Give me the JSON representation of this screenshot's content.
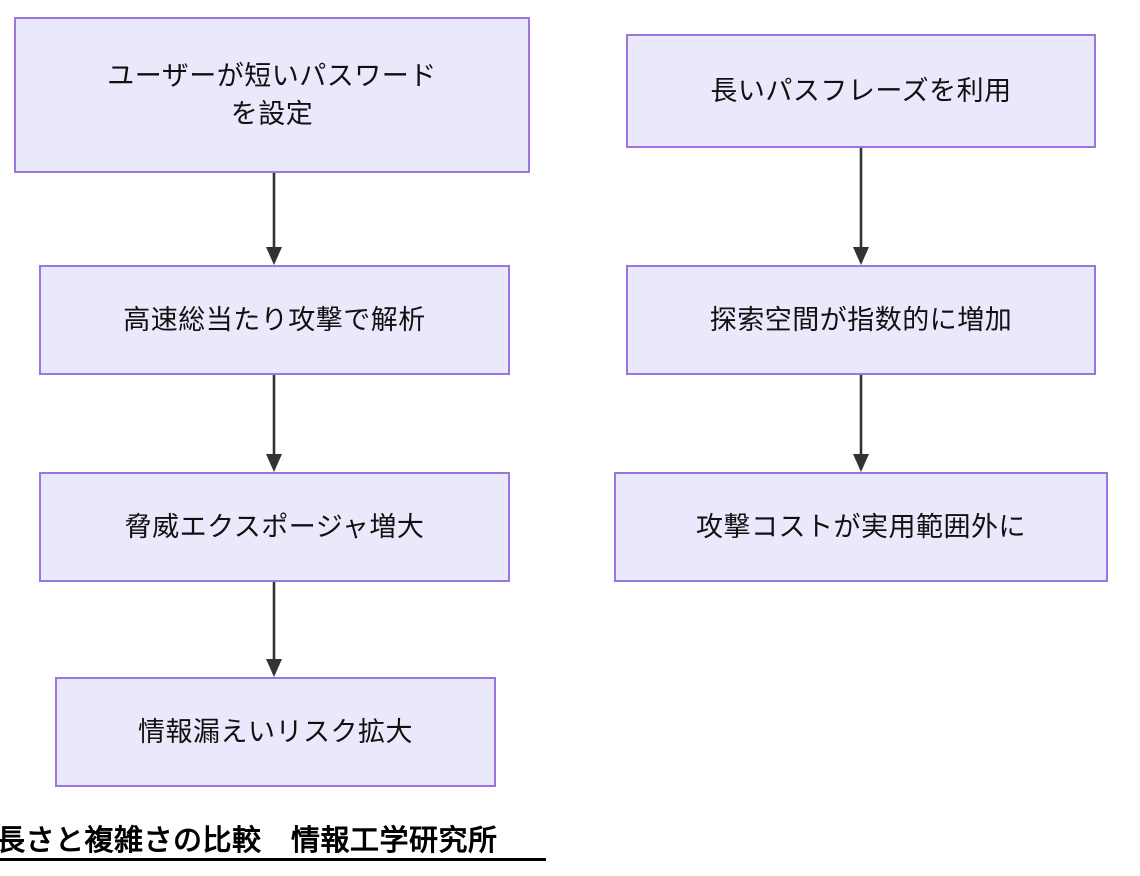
{
  "diagram": {
    "type": "flowchart",
    "title": "長さと複雑さの比較　情報工学研究所",
    "colors": {
      "node_fill": "#EAE8FB",
      "node_border": "#9B76E0",
      "edge": "#333333",
      "text": "#101010",
      "caption_text": "#000000"
    },
    "columns": [
      {
        "id": "weak-password-chain",
        "nodes": [
          {
            "id": "n1",
            "label": "ユーザーが短いパスワード\nを設定"
          },
          {
            "id": "n2",
            "label": "高速総当たり攻撃で解析"
          },
          {
            "id": "n3",
            "label": "脅威エクスポージャ増大"
          },
          {
            "id": "n4",
            "label": "情報漏えいリスク拡大"
          }
        ]
      },
      {
        "id": "strong-passphrase-chain",
        "nodes": [
          {
            "id": "m1",
            "label": "長いパスフレーズを利用"
          },
          {
            "id": "m2",
            "label": "探索空間が指数的に増加"
          },
          {
            "id": "m3",
            "label": "攻撃コストが実用範囲外に"
          }
        ]
      }
    ],
    "edges": [
      {
        "from": "n1",
        "to": "n2"
      },
      {
        "from": "n2",
        "to": "n3"
      },
      {
        "from": "n3",
        "to": "n4"
      },
      {
        "from": "m1",
        "to": "m2"
      },
      {
        "from": "m2",
        "to": "m3"
      }
    ],
    "caption": "長さと複雑さの比較　情報工学研究所"
  }
}
